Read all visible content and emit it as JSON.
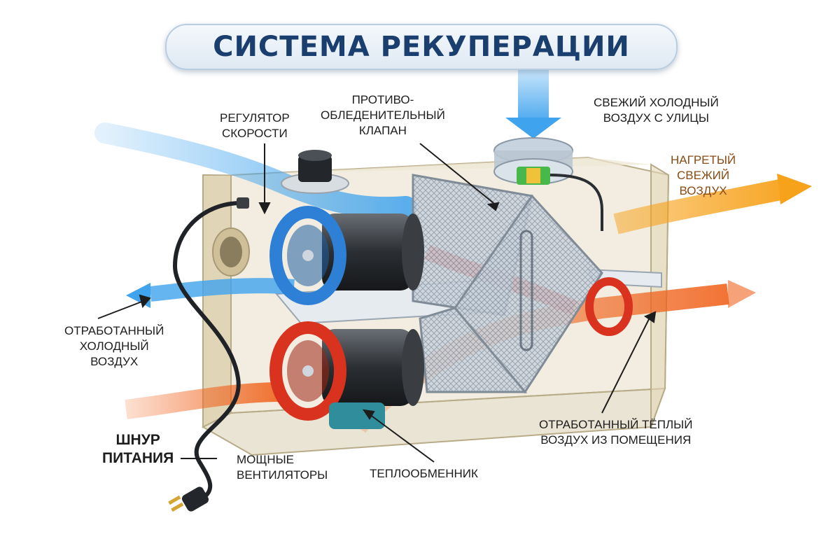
{
  "title": "СИСТЕМА РЕКУПЕРАЦИИ",
  "labels": {
    "speed_regulator": "РЕГУЛЯТОР\nСКОРОСТИ",
    "antifreeze_valve": "ПРОТИВО-\nОБЛЕДЕНИТЕЛЬНЫЙ\nКЛАПАН",
    "fresh_cold_air": "СВЕЖИЙ ХОЛОДНЫЙ\nВОЗДУХ С УЛИЦЫ",
    "heated_fresh_air": "НАГРЕТЫЙ\nСВЕЖИЙ\nВОЗДУХ",
    "exhaust_cold_air": "ОТРАБОТАННЫЙ\nХОЛОДНЫЙ\nВОЗДУХ",
    "exhaust_warm_air": "ОТРАБОТАННЫЙ ТЁПЛЫЙ\nВОЗДУХ ИЗ ПОМЕЩЕНИЯ",
    "power_cord": "ШНУР\nПИТАНИЯ",
    "powerful_fans": "МОЩНЫЕ\nВЕНТИЛЯТОРЫ",
    "heat_exchanger": "ТЕПЛООБМЕННИК"
  },
  "colors": {
    "title": "#1a3e6e",
    "cold_flow": "#3fa3ee",
    "warm_flow": "#f0641e",
    "heated_flow": "#f7a21b",
    "fan_cold": "#2e7fd6",
    "fan_warm": "#d9331f",
    "housing": "#e3d9bf"
  }
}
